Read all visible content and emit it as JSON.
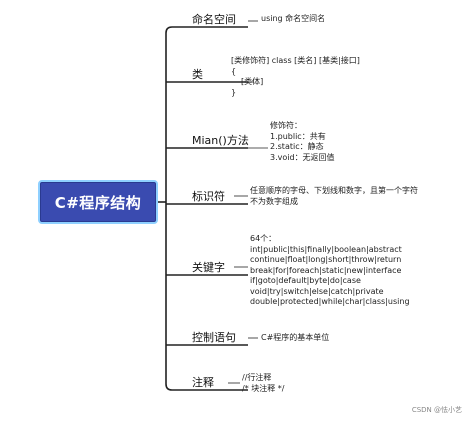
{
  "colors": {
    "root_fill": "#3a4bb0",
    "root_border": "#8fd0ff",
    "line": "#222222"
  },
  "root": {
    "label": "C#程序结构"
  },
  "branches": [
    {
      "label": "命名空间",
      "details": [
        "using  命名空间名"
      ]
    },
    {
      "label": "类",
      "details": [
        "[类修饰符] class [类名] [基类|接口]",
        "{",
        "    [类体]",
        "}"
      ]
    },
    {
      "label": "Mian()方法",
      "details": [
        "修饰符：",
        "1.public：共有",
        "2.static：静态",
        "3.void：无返回值"
      ]
    },
    {
      "label": "标识符",
      "details": [
        "任意顺序的字母、下划线和数字，且第一个字符",
        "不为数字组成"
      ]
    },
    {
      "label": "关键字",
      "details": [
        "64个：",
        "int|public|this|finally|boolean|abstract",
        "continue|float|long|short|throw|return",
        "break|for|foreach|static|new|interface",
        "if|goto|default|byte|do|case",
        "void|try|switch|else|catch|private",
        "double|protected|while|char|class|using"
      ]
    },
    {
      "label": "控制语句",
      "details": [
        "C#程序的基本单位"
      ]
    },
    {
      "label": "注释",
      "details": [
        "//行注释",
        "/*  块注释 */"
      ]
    }
  ],
  "watermark": "CSDN @怯小艺"
}
